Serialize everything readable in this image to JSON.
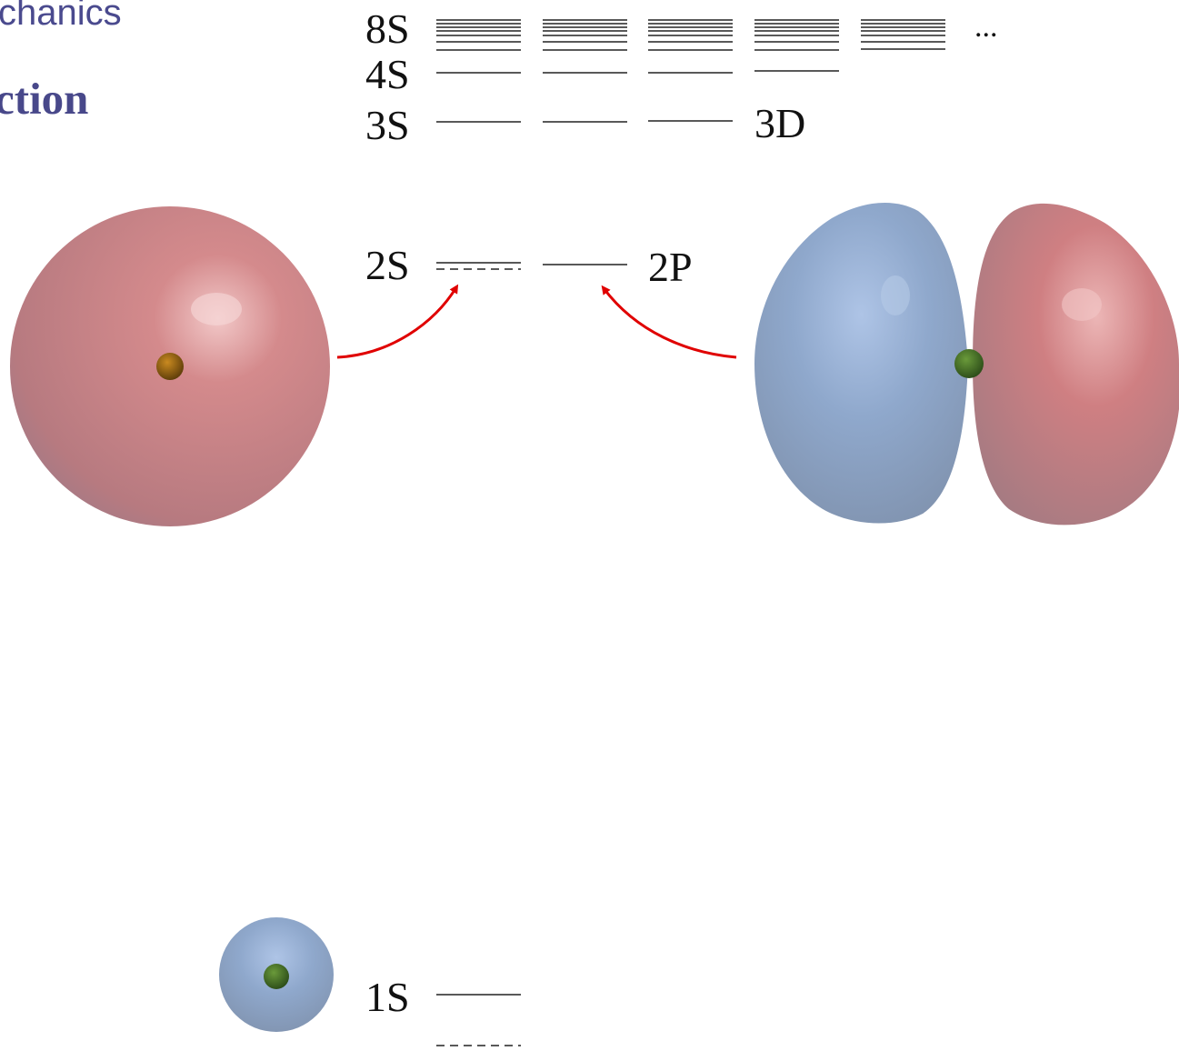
{
  "header": {
    "subtitle": "chanics",
    "title": "ction"
  },
  "levels": {
    "s8": "8S",
    "s4": "4S",
    "s3": "3S",
    "d3": "3D",
    "s2": "2S",
    "p2": "2P",
    "s1": "1S",
    "ellipsis": "..."
  },
  "orbitals": {
    "s2_orbital": {
      "color": "#c97a7e",
      "nucleus": "#8a5a10"
    },
    "p2_orbital": {
      "positive": "#c97a7e",
      "negative": "#8fa8cc",
      "nucleus": "#3f6a20"
    },
    "s1_orbital": {
      "color": "#8fa8cc",
      "nucleus": "#3a6a2a"
    }
  },
  "colors": {
    "arrow": "#e00000",
    "level_line": "#222222"
  }
}
